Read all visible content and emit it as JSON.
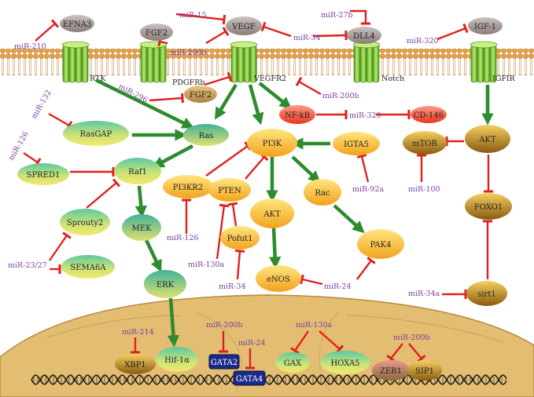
{
  "colors": {
    "activation": "#2e8b2e",
    "inhibition": "#e02020",
    "mirna_text": "#7b3f9e",
    "membrane": "#e8a040",
    "cell_interior": "#f3dcab",
    "nucleus": "#e3bd72",
    "receptor": "#7ec83a"
  },
  "receptors": {
    "rtk": "RTK",
    "pdgfrb": "PDGFRb",
    "vegfr2": "VEGFR2",
    "notch": "Notch",
    "igfir": "IGFIR"
  },
  "nodes": {
    "efna3": "EFNA3",
    "fgf2_top": "FGF2",
    "vegf": "VEGF",
    "dll4": "DLL4",
    "igf1": "IGF-1",
    "fgf2_mid": "FGF2",
    "nfkb": "NF-kB",
    "cd146": "CD-146",
    "rasgap": "RasGAP",
    "ras": "Ras",
    "pi3k": "PI3K",
    "igta5": "IGTA5",
    "mtor": "mTOR",
    "akt_right": "AKT",
    "spred1": "SPRED1",
    "raf1": "Raf1",
    "pi3kr2": "PI3KR2",
    "pten": "PTEN",
    "rac": "Rac",
    "foxo1": "FOXO1",
    "sprouty2": "Sprouty2",
    "mek": "MEK",
    "akt_mid": "AKT",
    "pofut1": "Pofut1",
    "pak4": "PAK4",
    "sema6a": "SEMA6A",
    "erk": "ERK",
    "enos": "eNOS",
    "sirt1": "sirt1",
    "xbp1": "XBP1",
    "hif1a": "Hif-1α",
    "gata2": "GATA2",
    "gata4": "GATA4",
    "gax": "GAX",
    "hoxa5": "HOXA5",
    "zeb1": "ZEB1",
    "sip1": "SIP1"
  },
  "mirnas": {
    "m210": "miR-210",
    "m15": "miR-15",
    "m27b": "miR-27b",
    "m200b_top": "miR-200b",
    "m34_top": "miR-34",
    "m320": "miR-320",
    "m132": "miR-132",
    "m296": "miR-296",
    "m200b_notch": "miR-200b",
    "m329": "miR-329",
    "m126_left": "miR-126",
    "m92a": "miR-92a",
    "m100": "miR-100",
    "m126_mid": "miR-126",
    "m130a_mid": "miR-130a",
    "m23_27": "miR-23/27",
    "m34_mid": "miR-34",
    "m24_mid": "miR-24",
    "m34a": "miR-34a",
    "m214": "miR-214",
    "m200b_nuc": "miR-200b",
    "m24_nuc": "miR-24",
    "m130a_nuc": "miR-130a",
    "m200b_nuc2": "miR-200b"
  }
}
